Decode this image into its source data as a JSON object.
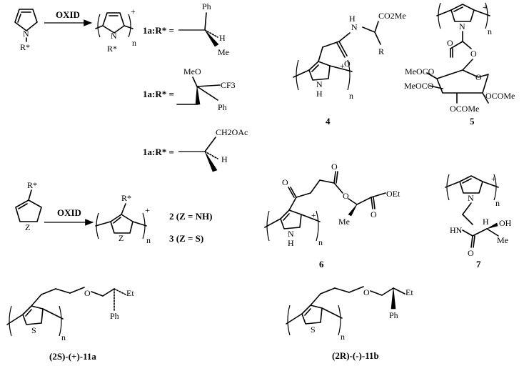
{
  "scheme1": {
    "monomer_n": "N",
    "monomer_r": "R*",
    "oxid": "OXID",
    "plus": "+",
    "sub_n": "n",
    "label_1a_1": "1a:R* =",
    "label_1a_2": "1a:R* =",
    "label_1a_3": "1a:R* =",
    "ph": "Ph",
    "h": "H",
    "me": "Me",
    "meo": "MeO",
    "cf3": "CF3",
    "ph2": "Ph",
    "ch2oac": "CH2OAc",
    "h2": "H",
    "eq": "="
  },
  "scheme2": {
    "r": "R*",
    "z": "Z",
    "oxid": "OXID",
    "plus": "+",
    "sub_n": "n",
    "label2": "2 (Z = NH)",
    "label3": "3 (Z = S)"
  },
  "compound4": {
    "number": "4",
    "co2me": "CO2Me",
    "r": "R",
    "o": "O",
    "nh_amide": "N",
    "h_amide": "H",
    "n": "N",
    "h": "H",
    "plus": "+",
    "sub_n": "n"
  },
  "compound5": {
    "number": "5",
    "n": "N",
    "o1": "O",
    "o2": "O",
    "o3": "O",
    "meoco1": "MeOCO",
    "meoco2": "MeOCO",
    "ocome1": "OCOMe",
    "ocome2": "OCOMe",
    "plus": "+",
    "sub_n": "n"
  },
  "compound6": {
    "number": "6",
    "o1": "O",
    "o2": "O",
    "o3": "O",
    "o4": "O",
    "oet": "OEt",
    "me": "Me",
    "n": "N",
    "h": "H",
    "plus": "+",
    "sub_n": "n"
  },
  "compound7": {
    "number": "7",
    "n": "N",
    "hn": "HN",
    "oh": "OH",
    "me": "Me",
    "o": "O",
    "h": "H",
    "plus": "+",
    "sub_n": "n"
  },
  "compound11a": {
    "label": "(2S)-(+)-11a",
    "s": "S",
    "o": "O",
    "et": "Et",
    "ph": "Ph",
    "sub_n": "n"
  },
  "compound11b": {
    "label": "(2R)-(-)-11b",
    "s": "S",
    "o": "O",
    "et": "Et",
    "ph": "Ph",
    "sub_n": "n"
  }
}
